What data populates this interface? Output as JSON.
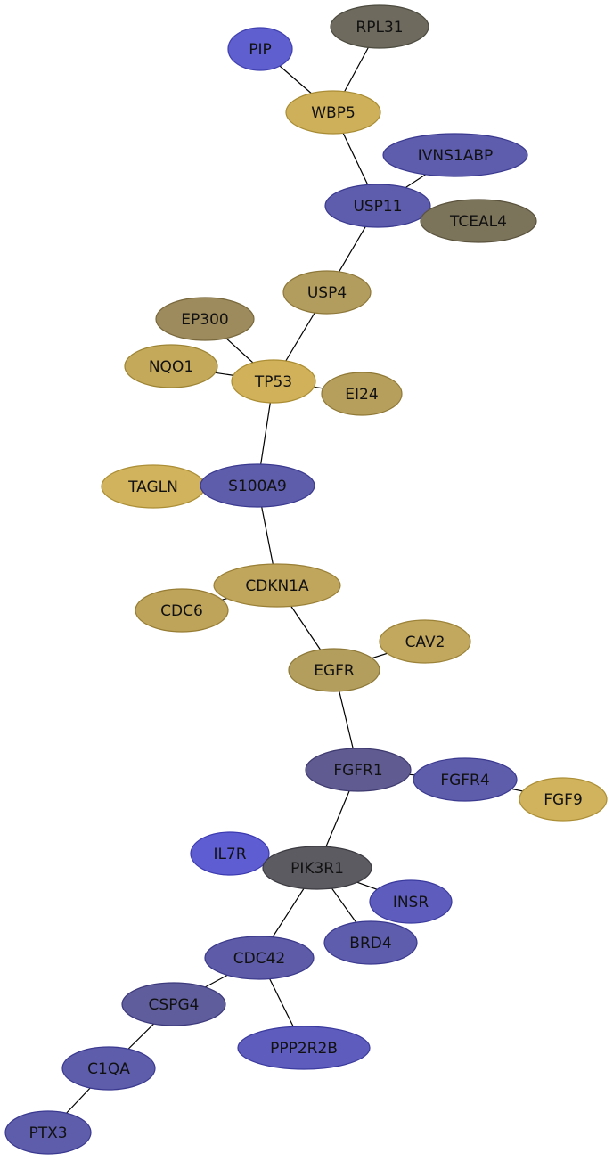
{
  "nodes": [
    {
      "id": "PIP",
      "label": "PIP",
      "fill": "#5f5fcf",
      "stroke": "#3f3fb0"
    },
    {
      "id": "RPL31",
      "label": "RPL31",
      "fill": "#6e6b5e",
      "stroke": "#4c4a3f"
    },
    {
      "id": "WBP5",
      "label": "WBP5",
      "fill": "#cfb05a",
      "stroke": "#a88c34"
    },
    {
      "id": "IVNS1ABP",
      "label": "IVNS1ABP",
      "fill": "#5e5dad",
      "stroke": "#3a3990"
    },
    {
      "id": "USP11",
      "label": "USP11",
      "fill": "#5e5dad",
      "stroke": "#3a3990"
    },
    {
      "id": "TCEAL4",
      "label": "TCEAL4",
      "fill": "#7c735b",
      "stroke": "#5a523c"
    },
    {
      "id": "USP4",
      "label": "USP4",
      "fill": "#b39d5e",
      "stroke": "#8d7739"
    },
    {
      "id": "EP300",
      "label": "EP300",
      "fill": "#9e8b5d",
      "stroke": "#78683c"
    },
    {
      "id": "NQO1",
      "label": "NQO1",
      "fill": "#c4a95b",
      "stroke": "#9d8434"
    },
    {
      "id": "TP53",
      "label": "TP53",
      "fill": "#d1b25b",
      "stroke": "#ab8d33"
    },
    {
      "id": "EI24",
      "label": "EI24",
      "fill": "#b69e5c",
      "stroke": "#8f7835"
    },
    {
      "id": "TAGLN",
      "label": "TAGLN",
      "fill": "#d1b35d",
      "stroke": "#ab8e35"
    },
    {
      "id": "S100A9",
      "label": "S100A9",
      "fill": "#5e5dab",
      "stroke": "#3a3990"
    },
    {
      "id": "CDKN1A",
      "label": "CDKN1A",
      "fill": "#c0a55c",
      "stroke": "#997f35"
    },
    {
      "id": "CDC6",
      "label": "CDC6",
      "fill": "#bea35b",
      "stroke": "#977d34"
    },
    {
      "id": "CAV2",
      "label": "CAV2",
      "fill": "#c2a85f",
      "stroke": "#9b8237"
    },
    {
      "id": "EGFR",
      "label": "EGFR",
      "fill": "#b49e5e",
      "stroke": "#8d7837"
    },
    {
      "id": "FGFR1",
      "label": "FGFR1",
      "fill": "#605c92",
      "stroke": "#3e3a70"
    },
    {
      "id": "FGFR4",
      "label": "FGFR4",
      "fill": "#5e5dab",
      "stroke": "#3a3990"
    },
    {
      "id": "FGF9",
      "label": "FGF9",
      "fill": "#d1b35d",
      "stroke": "#ab8e35"
    },
    {
      "id": "IL7R",
      "label": "IL7R",
      "fill": "#5f5dd2",
      "stroke": "#3b39b0"
    },
    {
      "id": "PIK3R1",
      "label": "PIK3R1",
      "fill": "#5b5b61",
      "stroke": "#3a3a40"
    },
    {
      "id": "INSR",
      "label": "INSR",
      "fill": "#5e5dbd",
      "stroke": "#3a399e"
    },
    {
      "id": "BRD4",
      "label": "BRD4",
      "fill": "#5e5dad",
      "stroke": "#3a3990"
    },
    {
      "id": "CDC42",
      "label": "CDC42",
      "fill": "#5e5ca8",
      "stroke": "#3a388a"
    },
    {
      "id": "CSPG4",
      "label": "CSPG4",
      "fill": "#605d9d",
      "stroke": "#3c397c"
    },
    {
      "id": "PPP2R2B",
      "label": "PPP2R2B",
      "fill": "#5e5dbd",
      "stroke": "#3a399e"
    },
    {
      "id": "C1QA",
      "label": "C1QA",
      "fill": "#5e5dab",
      "stroke": "#3a3990"
    },
    {
      "id": "PTX3",
      "label": "PTX3",
      "fill": "#5e5dab",
      "stroke": "#3a3990"
    }
  ],
  "edges": [
    [
      "PIP",
      "WBP5"
    ],
    [
      "RPL31",
      "WBP5"
    ],
    [
      "WBP5",
      "USP11"
    ],
    [
      "IVNS1ABP",
      "USP11"
    ],
    [
      "USP11",
      "TCEAL4"
    ],
    [
      "USP11",
      "USP4"
    ],
    [
      "USP4",
      "TP53"
    ],
    [
      "EP300",
      "TP53"
    ],
    [
      "NQO1",
      "TP53"
    ],
    [
      "TP53",
      "EI24"
    ],
    [
      "TP53",
      "S100A9"
    ],
    [
      "TAGLN",
      "S100A9"
    ],
    [
      "S100A9",
      "CDKN1A"
    ],
    [
      "CDC6",
      "CDKN1A"
    ],
    [
      "CDKN1A",
      "EGFR"
    ],
    [
      "EGFR",
      "CAV2"
    ],
    [
      "EGFR",
      "FGFR1"
    ],
    [
      "FGFR1",
      "FGFR4"
    ],
    [
      "FGFR4",
      "FGF9"
    ],
    [
      "FGFR1",
      "PIK3R1"
    ],
    [
      "IL7R",
      "PIK3R1"
    ],
    [
      "PIK3R1",
      "INSR"
    ],
    [
      "PIK3R1",
      "BRD4"
    ],
    [
      "PIK3R1",
      "CDC42"
    ],
    [
      "CDC42",
      "CSPG4"
    ],
    [
      "CDC42",
      "PPP2R2B"
    ],
    [
      "CSPG4",
      "C1QA"
    ],
    [
      "C1QA",
      "PTX3"
    ]
  ]
}
